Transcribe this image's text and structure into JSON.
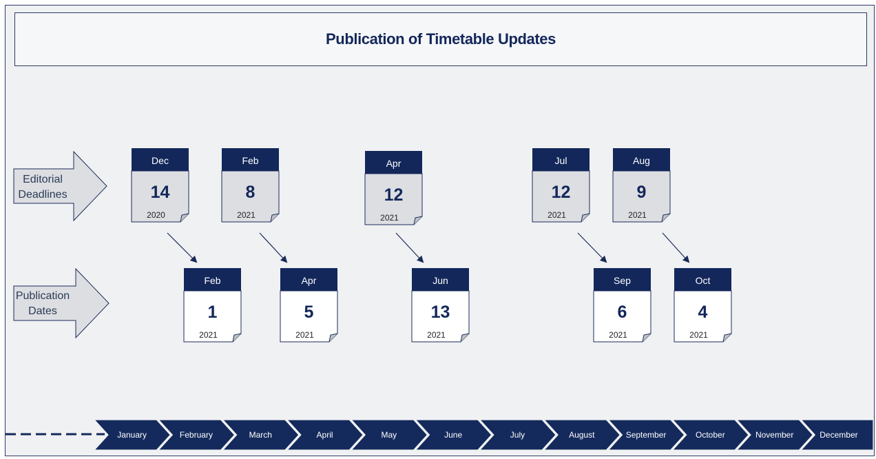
{
  "title": "Publication of Timetable Updates",
  "row_labels": {
    "editorial": [
      "Editorial",
      "Deadlines"
    ],
    "publication": [
      "Publication",
      "Dates"
    ]
  },
  "editorial_deadlines": [
    {
      "month": "Dec",
      "day": "14",
      "year": "2020"
    },
    {
      "month": "Feb",
      "day": "8",
      "year": "2021"
    },
    {
      "month": "Apr",
      "day": "12",
      "year": "2021"
    },
    {
      "month": "Jul",
      "day": "12",
      "year": "2021"
    },
    {
      "month": "Aug",
      "day": "9",
      "year": "2021"
    }
  ],
  "publication_dates": [
    {
      "month": "Feb",
      "day": "1",
      "year": "2021"
    },
    {
      "month": "Apr",
      "day": "5",
      "year": "2021"
    },
    {
      "month": "Jun",
      "day": "13",
      "year": "2021"
    },
    {
      "month": "Sep",
      "day": "6",
      "year": "2021"
    },
    {
      "month": "Oct",
      "day": "4",
      "year": "2021"
    }
  ],
  "timeline_months": [
    "January",
    "February",
    "March",
    "April",
    "May",
    "June",
    "July",
    "August",
    "September",
    "October",
    "November",
    "December"
  ],
  "colors": {
    "navy": "#13275a",
    "chevron": "#142a5c",
    "deadline_page": "#dcdee2",
    "publication_page": "#ffffff",
    "arrow_fill": "#dcdee2"
  }
}
